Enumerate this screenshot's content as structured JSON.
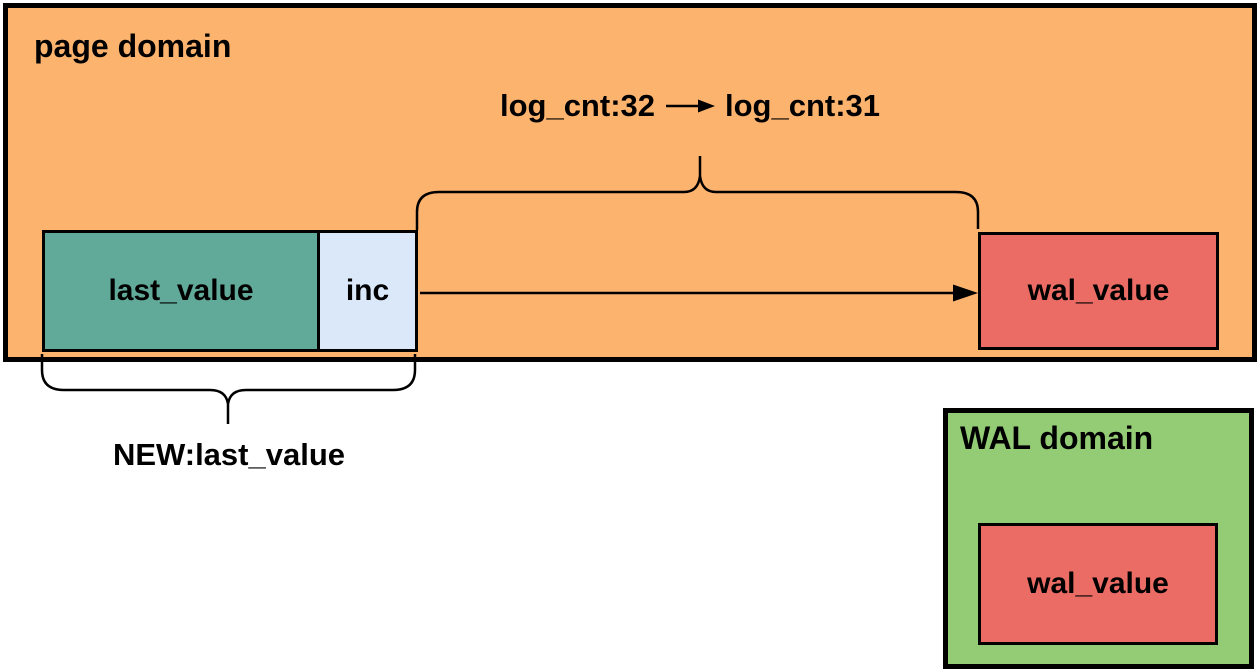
{
  "diagram": {
    "background": "#FFFFFF",
    "border_color": "#000000",
    "page_domain": {
      "title": "page domain",
      "fill": "#FCB36E",
      "last_value": {
        "label": "last_value",
        "fill": "#61AA99"
      },
      "inc": {
        "label": "inc",
        "fill": "#DBE8FA"
      },
      "wal_value": {
        "label": "wal_value",
        "fill": "#EB6C64"
      },
      "log_cnt_annotation": {
        "from": "log_cnt:32",
        "to": "log_cnt:31"
      },
      "new_annotation": "NEW:last_value"
    },
    "wal_domain": {
      "title": "WAL domain",
      "fill": "#93CC74",
      "wal_value": {
        "label": "wal_value",
        "fill": "#EB6C64"
      }
    },
    "icons": {
      "right_arrow": "→"
    }
  }
}
